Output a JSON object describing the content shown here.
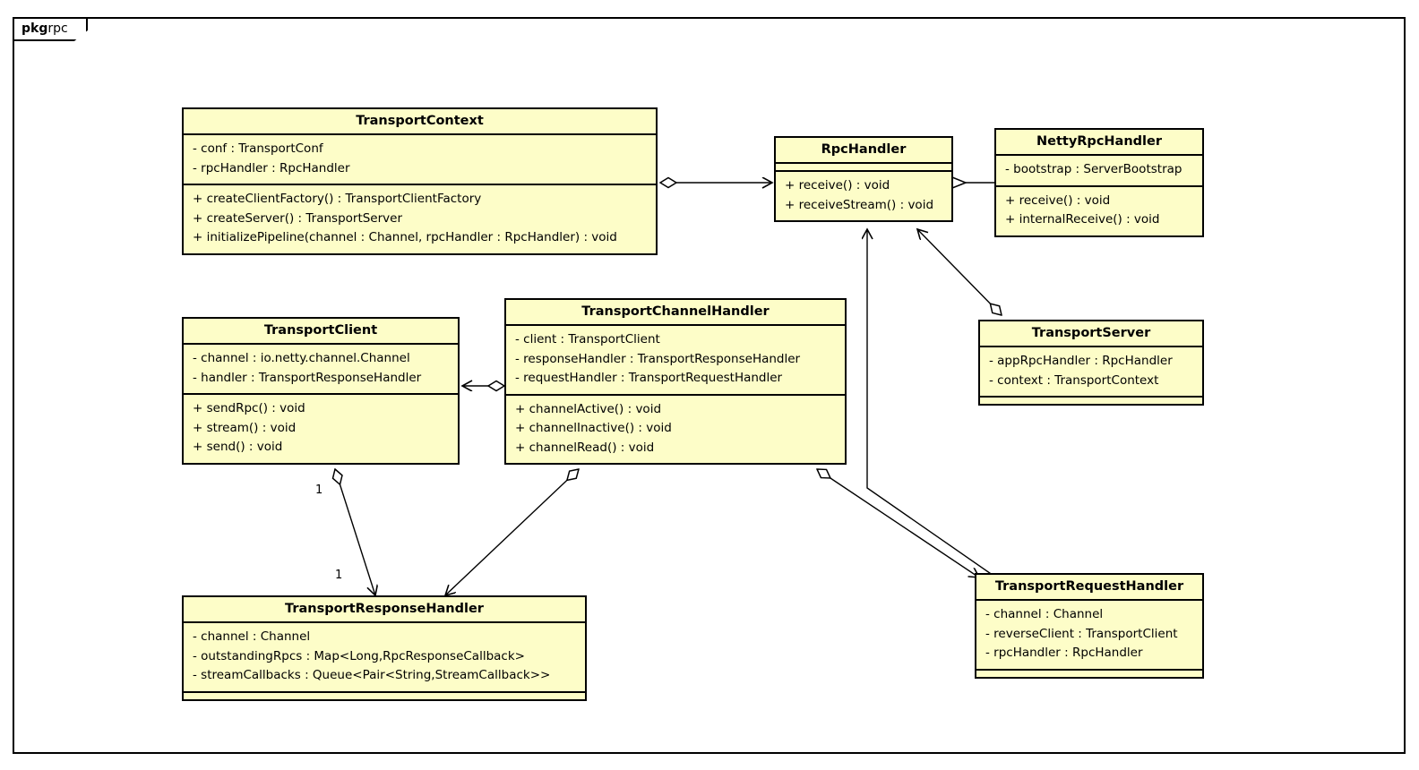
{
  "diagram": {
    "type": "uml-class-diagram",
    "package": {
      "keyword": "pkg",
      "name": "rpc"
    },
    "colors": {
      "class_fill": "#FDFDC8",
      "class_border": "#000000",
      "line": "#000000",
      "background": "#FFFFFF"
    }
  },
  "classes": {
    "transport_context": {
      "title": "TransportContext",
      "attributes": [
        "- conf : TransportConf",
        "- rpcHandler : RpcHandler"
      ],
      "methods": [
        "+ createClientFactory() : TransportClientFactory",
        "+ createServer() : TransportServer",
        "+ initializePipeline(channel : Channel, rpcHandler : RpcHandler) : void"
      ]
    },
    "rpc_handler": {
      "title": "RpcHandler",
      "attributes": [],
      "methods": [
        "+ receive() : void",
        "+ receiveStream() : void"
      ]
    },
    "netty_rpc_handler": {
      "title": "NettyRpcHandler",
      "attributes": [
        "- bootstrap : ServerBootstrap"
      ],
      "methods": [
        "+ receive() : void",
        "+ internalReceive() : void"
      ]
    },
    "transport_client": {
      "title": "TransportClient",
      "attributes": [
        "- channel : io.netty.channel.Channel",
        "- handler : TransportResponseHandler"
      ],
      "methods": [
        "+ sendRpc() : void",
        "+ stream() : void",
        "+ send() : void"
      ]
    },
    "transport_channel_handler": {
      "title": "TransportChannelHandler",
      "attributes": [
        "- client : TransportClient",
        "- responseHandler : TransportResponseHandler",
        "- requestHandler : TransportRequestHandler"
      ],
      "methods": [
        "+ channelActive() : void",
        "+ channelInactive() : void",
        "+ channelRead() : void"
      ]
    },
    "transport_server": {
      "title": "TransportServer",
      "attributes": [
        "- appRpcHandler : RpcHandler",
        "- context : TransportContext"
      ],
      "methods": []
    },
    "transport_response_handler": {
      "title": "TransportResponseHandler",
      "attributes": [
        "- channel : Channel",
        "- outstandingRpcs : Map<Long,RpcResponseCallback>",
        "- streamCallbacks : Queue<Pair<String,StreamCallback>>"
      ],
      "methods": []
    },
    "transport_request_handler": {
      "title": "TransportRequestHandler",
      "attributes": [
        "- channel : Channel",
        "- reverseClient : TransportClient",
        "- rpcHandler : RpcHandler"
      ],
      "methods": []
    }
  },
  "relationships": [
    {
      "id": "ctx-to-rpchandler",
      "from": "TransportContext",
      "to": "RpcHandler",
      "kind": "aggregation",
      "source_multiplicity": "",
      "target_multiplicity": ""
    },
    {
      "id": "netty-to-rpchandler",
      "from": "NettyRpcHandler",
      "to": "RpcHandler",
      "kind": "generalization",
      "source_multiplicity": "",
      "target_multiplicity": ""
    },
    {
      "id": "server-to-rpchandler",
      "from": "TransportServer",
      "to": "RpcHandler",
      "kind": "aggregation",
      "source_multiplicity": "",
      "target_multiplicity": ""
    },
    {
      "id": "tch-to-client",
      "from": "TransportChannelHandler",
      "to": "TransportClient",
      "kind": "aggregation",
      "source_multiplicity": "",
      "target_multiplicity": ""
    },
    {
      "id": "client-to-response",
      "from": "TransportClient",
      "to": "TransportResponseHandler",
      "kind": "aggregation",
      "source_multiplicity": "1",
      "target_multiplicity": "1"
    },
    {
      "id": "tch-to-response",
      "from": "TransportChannelHandler",
      "to": "TransportResponseHandler",
      "kind": "aggregation",
      "source_multiplicity": "",
      "target_multiplicity": ""
    },
    {
      "id": "tch-to-request",
      "from": "TransportChannelHandler",
      "to": "TransportRequestHandler",
      "kind": "aggregation",
      "source_multiplicity": "",
      "target_multiplicity": ""
    },
    {
      "id": "request-to-rpchandler",
      "from": "TransportRequestHandler",
      "to": "RpcHandler",
      "kind": "association",
      "source_multiplicity": "",
      "target_multiplicity": ""
    }
  ],
  "multiplicity_labels": {
    "client_end": "1",
    "response_end": "1"
  }
}
